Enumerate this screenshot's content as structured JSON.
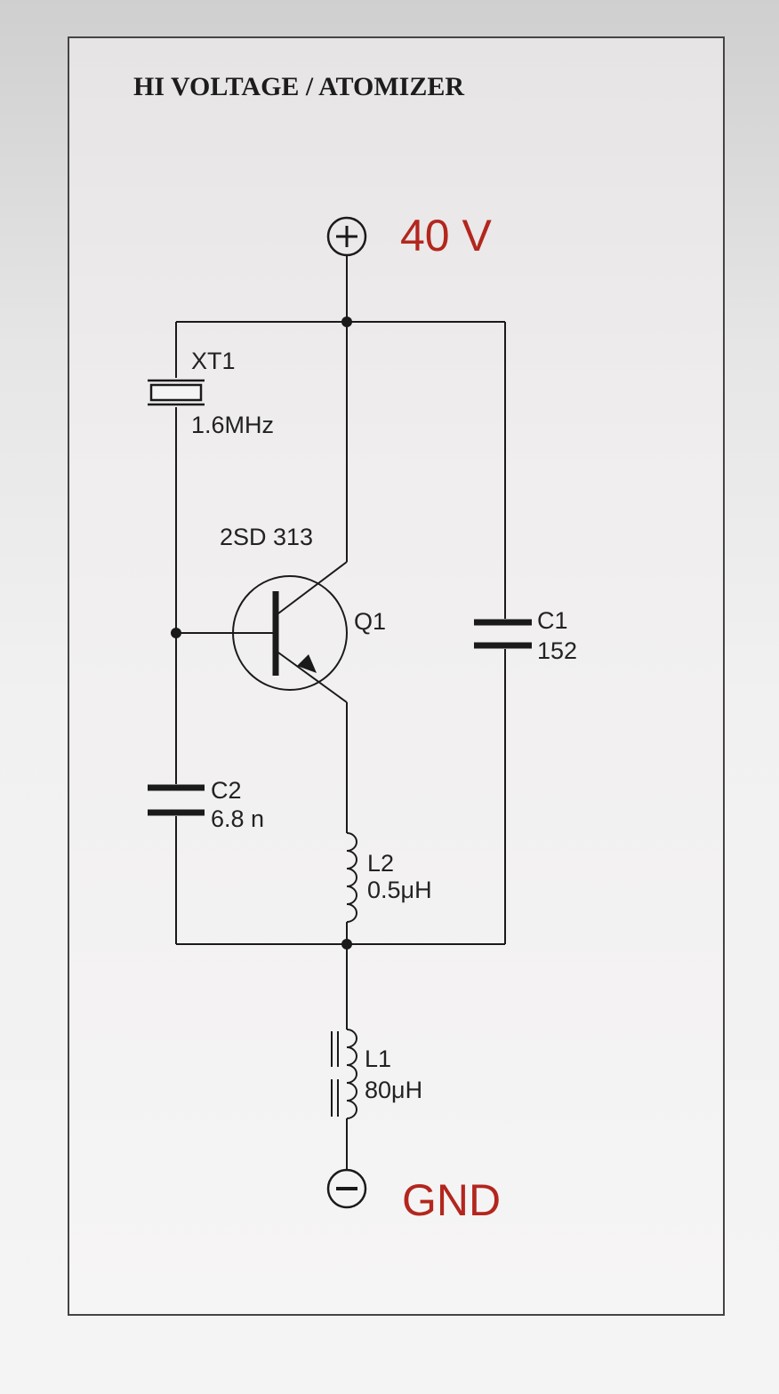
{
  "diagram": {
    "title": "HI VOLTAGE / ATOMIZER",
    "supply": {
      "symbol": "+",
      "label": "40 V"
    },
    "ground": {
      "symbol": "−",
      "label": "GND"
    },
    "components": {
      "xt1": {
        "ref": "XT1",
        "value": "1.6MHz"
      },
      "q1": {
        "ref": "Q1",
        "part": "2SD 313"
      },
      "c1": {
        "ref": "C1",
        "value": "152"
      },
      "c2": {
        "ref": "C2",
        "value": "6.8 n"
      },
      "l2": {
        "ref": "L2",
        "value": "0.5μH"
      },
      "l1": {
        "ref": "L1",
        "value": "80μH"
      }
    },
    "colors": {
      "rail_label": "#b3261e",
      "line": "#1a1a1a",
      "panel": "#efefef"
    }
  }
}
